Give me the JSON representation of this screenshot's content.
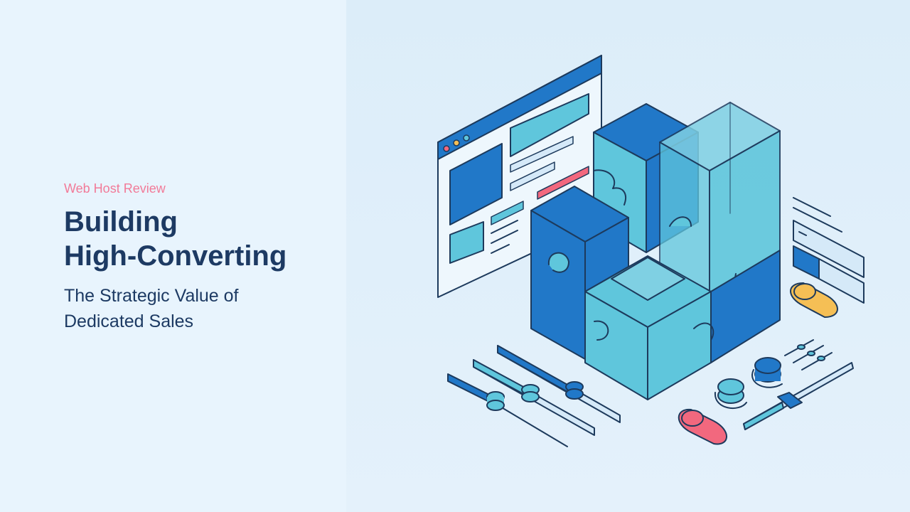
{
  "slide": {
    "eyebrow": "Web Host Review",
    "title_line1": "Building",
    "title_line2": "High-Converting",
    "subtitle_line1": "The Strategic Value of",
    "subtitle_line2": "Dedicated Sales"
  },
  "colors": {
    "accent_pink": "#f27a98",
    "title_navy": "#1d3a63",
    "blue_dark": "#2178c8",
    "blue_light": "#5fc6dc",
    "yellow": "#f5bf55",
    "coral": "#f2687e",
    "outline": "#1d3a5c"
  },
  "illustration": {
    "subject": "isometric puzzle cubes with browser window, sliders and toggles",
    "icons": [
      "browser-window-icon",
      "puzzle-cube-icon",
      "slider-icon",
      "toggle-switch-icon",
      "dial-knob-icon"
    ]
  }
}
